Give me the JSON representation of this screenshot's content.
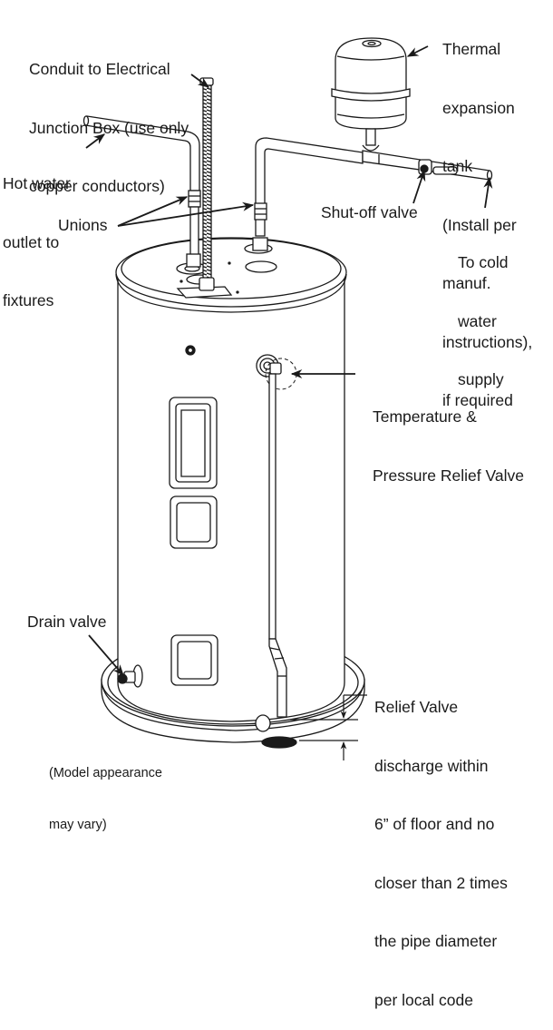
{
  "figure": {
    "title": "Water heater installation diagram",
    "labels": {
      "conduit": [
        "Conduit to Electrical",
        "Junction Box (use only",
        "copper conductors)"
      ],
      "expansion_tank": [
        "Thermal",
        "expansion",
        "tank",
        "(Install per",
        "manuf.",
        "instructions),",
        "if required"
      ],
      "hot_water": [
        "Hot water",
        "outlet to",
        "fixtures"
      ],
      "unions": "Unions",
      "shutoff_valve": "Shut-off valve",
      "cold_water": [
        "To cold",
        "water",
        "supply"
      ],
      "tp_valve": [
        "Temperature &",
        "Pressure Relief Valve"
      ],
      "drain_valve": "Drain valve",
      "model_note": [
        "(Model appearance",
        "may vary)"
      ],
      "relief_discharge": [
        "Relief Valve",
        "discharge within",
        "6” of floor and no",
        "closer than 2 times",
        "the pipe diameter",
        "per local code"
      ]
    },
    "components": [
      "water-heater-tank",
      "hot-water-outlet-pipe",
      "cold-water-inlet-pipe",
      "electrical-conduit",
      "unions",
      "thermal-expansion-tank",
      "shut-off-valve",
      "temperature-pressure-relief-valve",
      "relief-discharge-pipe",
      "drain-valve",
      "drain-pan",
      "floor-drain"
    ],
    "colors": {
      "line": "#1a1a1a",
      "fill": "#ffffff",
      "background": "#ffffff"
    }
  }
}
